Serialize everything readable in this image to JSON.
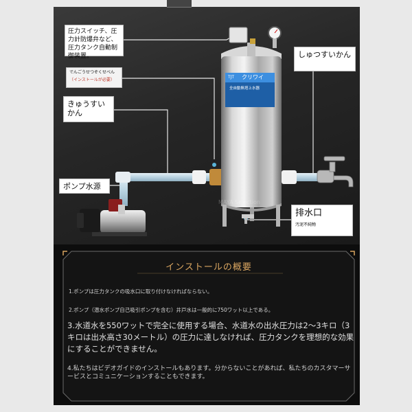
{
  "labels": {
    "pressure_switch": "圧力スイッチ、圧力計防爆弁など、圧力タンク自動制御装置。",
    "option_title": "でんごうせつぞくせべん",
    "option_note": "（インストールが必要）",
    "intake": "きゅうすいかん",
    "outlet": "しゅつすいかん",
    "pump_source": "ポンプ水源",
    "drain": "排水口",
    "drain_note": "汚泥不純物"
  },
  "tank_label": {
    "brand": "クリワイ",
    "logo": "TJT",
    "subtitle": "全自動無塔上水器"
  },
  "watermark": "MAYA Selection",
  "install": {
    "title": "インストールの概要",
    "note1": "1.ポンプは圧力タンクの吸水口に取り付けなければならない。",
    "note2": "2.ポンプ（潜水ポンプ自己吸引ポンプを含む）井戸水は一般的に750ワット以上である。",
    "note3": "3.水道水を550ワットで完全に使用する場合、水道水の出水圧力は2～3キロ（3キロは出水高さ30メートル）の圧力に達しなければ、圧力タンクを理想的な効果にすることができません。",
    "note4": "4.私たちはビデオガイドのインストールもあります。分からないことがあれば、私たちのカスタマーサービスとコミュニケーションすることもできます。"
  },
  "colors": {
    "accent_gold": "#d9a560",
    "pipe_blue": "#aac8d8",
    "leader_line": "#e6e6e6",
    "dot_blue": "#5ab4d8"
  }
}
